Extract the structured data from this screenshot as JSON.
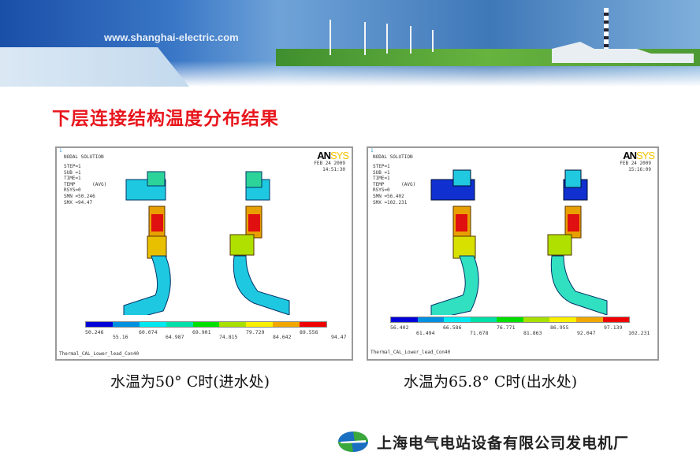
{
  "banner": {
    "url": "www.shanghai-electric.com"
  },
  "title": "下层连接结构温度分布结果",
  "panels": [
    {
      "index": "1",
      "header": "NODAL SOLUTION",
      "lines": [
        "STEP=1",
        "SUB =1",
        "TIME=1",
        "TEMP      (AVG)",
        "RSYS=0",
        "SMN =50.246",
        "SMX =94.47"
      ],
      "logo": {
        "bold": "AN",
        "light": "SYS"
      },
      "date": "FEB 24 2009",
      "time": "14:51:30",
      "legend_ticks_top": [
        "50.246",
        "60.074",
        "69.901",
        "79.729",
        "89.556"
      ],
      "legend_ticks_bottom": [
        "55.16",
        "64.987",
        "74.815",
        "84.642",
        "94.47"
      ],
      "footer": "Thermal_CAL_Lower_lead_Con40"
    },
    {
      "index": "1",
      "header": "NODAL SOLUTION",
      "lines": [
        "STEP=1",
        "SUB =1",
        "TIME=1",
        "TEMP      (AVG)",
        "RSYS=0",
        "SMN =56.402",
        "SMX =102.231"
      ],
      "logo": {
        "bold": "AN",
        "light": "SYS"
      },
      "date": "FEB 24 2009",
      "time": "15:16:09",
      "legend_ticks_top": [
        "56.402",
        "66.586",
        "76.771",
        "86.955",
        "97.139"
      ],
      "legend_ticks_bottom": [
        "61.494",
        "71.678",
        "81.863",
        "92.047",
        "102.231"
      ],
      "footer": "Thermal_CAL_Lower_lead_Con40"
    }
  ],
  "legend_colors": [
    "#0000d8",
    "#0090e0",
    "#00e8f0",
    "#00e0a8",
    "#00e000",
    "#a8e000",
    "#f8f000",
    "#f0a800",
    "#f00000"
  ],
  "captions": [
    "水温为50° C时(进水处)",
    "水温为65.8° C时(出水处)"
  ],
  "footer": {
    "company": "上海电气电站设备有限公司发电机厂"
  }
}
